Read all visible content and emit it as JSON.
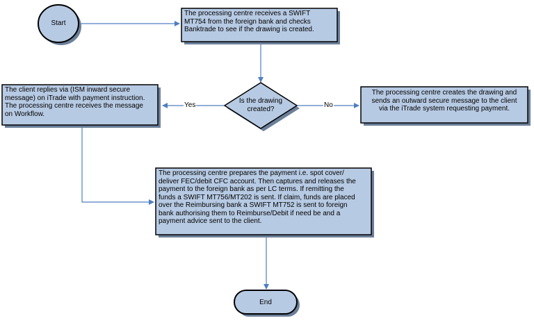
{
  "colors": {
    "box_fill": "#b7cae3",
    "box_border": "#000000",
    "shadow": "#6b7f99",
    "connector": "#4f7fc0",
    "terminal_fill": "#b7cae3"
  },
  "nodes": {
    "start": "Start",
    "receive_swift": "The processing centre receives a SWIFT\nMT754 from the foreign bank and checks\nBanktrade to see if the drawing is  created.",
    "decision": "Is the drawing\ncreated?",
    "client_replies": "The client replies via (ISM inward secure\nmessage) on iTrade with payment  instruction.\nThe processing centre receives the message\non Workflow.",
    "create_drawing": "The processing centre creates the drawing and\nsends an outward secure message to the client\nvia the iTrade system requesting payment.",
    "prepare_payment": "The processing centre  prepares the payment i.e. spot cover/\ndeliver FEC/debit CFC account. Then captures and releases the\npayment to the foreign bank as per LC terms. If remitting the\nfunds a SWIFT MT756/MT202 is sent. If claim, funds are placed\nover the Reimbursing bank a SWIFT MT752 is sent to foreign\nbank authorising them to Reimburse/Debit if need be and a\npayment advice sent to the client.",
    "end": "End"
  },
  "edge_labels": {
    "yes": "Yes",
    "no": "No"
  }
}
